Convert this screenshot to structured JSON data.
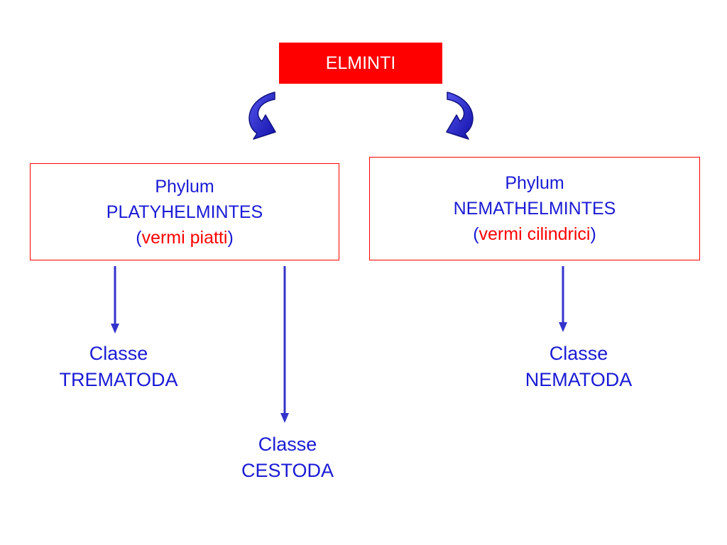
{
  "root": {
    "label": "ELMINTI"
  },
  "phyla": [
    {
      "line1": "Phylum",
      "line2": "PLATYHELMINTES",
      "open_paren": "(",
      "common_name": "vermi piatti",
      "close_paren": ")"
    },
    {
      "line1": "Phylum",
      "line2": "NEMATHELMINTES",
      "open_paren": "(",
      "common_name": "vermi cilindrici",
      "close_paren": ")"
    }
  ],
  "classes": [
    {
      "line1": "Classe",
      "line2": "TREMATODA"
    },
    {
      "line1": "Classe",
      "line2": "CESTODA"
    },
    {
      "line1": "Classe",
      "line2": "NEMATODA"
    }
  ],
  "colors": {
    "root_fill": "#ff0000",
    "box_border": "#ff0000",
    "text_blue": "#1a1ad6",
    "common_name_red": "#ff0000",
    "arrow_blue": "#3333cc"
  }
}
